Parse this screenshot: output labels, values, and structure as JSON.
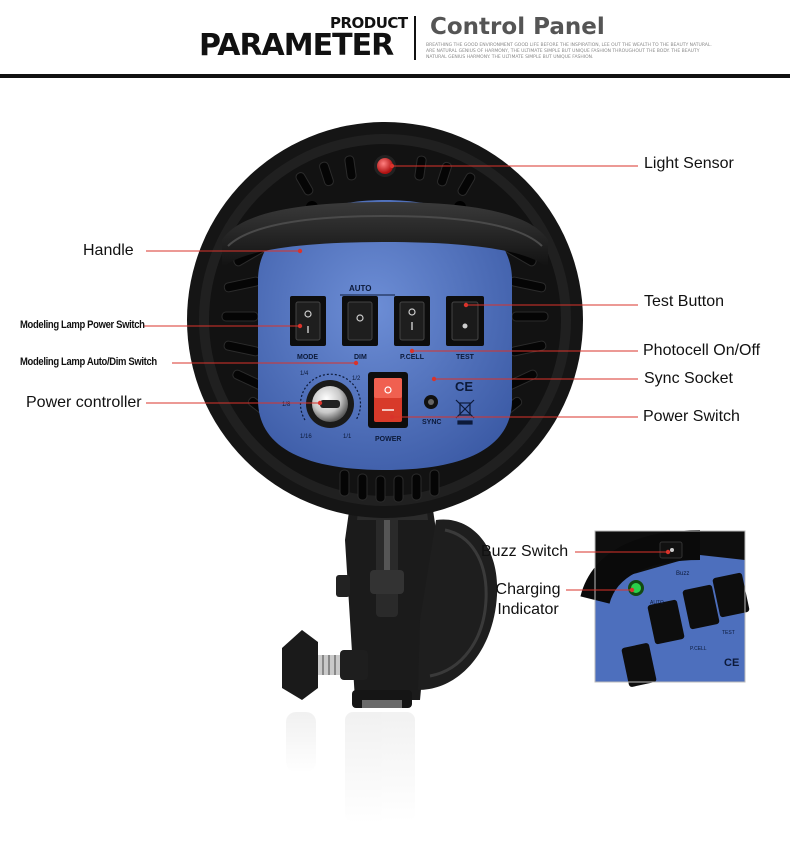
{
  "header": {
    "brand_small": "PRODUCT",
    "brand_big": "PARAMETER",
    "title": "Control Panel",
    "subtext": "BREATHING THE GOOD ENVIRONMENT GOOD LIFE BEFORE THE INSPIRATION, LEE OUT THE WEALTH TO THE BEAUTY NATURAL. ARE NATURAL GENIUS OF HARMONY, THE ULTIMATE SIMPLE BUT UNIQUE FASHION THROUGHOUT THE BODY. THE BEAUTY NATURAL GENIUS HARMONY. THE ULTIMATE SIMPLE BUT UNIQUE FASHION."
  },
  "labels": {
    "light_sensor": "Light Sensor",
    "handle": "Handle",
    "test_button": "Test Button",
    "modeling_power": "Modeling Lamp Power Switch",
    "modeling_auto": "Modeling Lamp Auto/Dim Switch",
    "photocell": "Photocell On/Off",
    "sync_socket": "Sync Socket",
    "power_controller": "Power controller",
    "power_switch": "Power Switch",
    "buzz_switch": "Buzz Switch",
    "charging_line1": "Charging",
    "charging_line2": "Indicator"
  },
  "panel": {
    "auto": "AUTO",
    "mode": "MODE",
    "dim": "DIM",
    "pcell": "P.CELL",
    "test": "TEST",
    "sync": "SYNC",
    "power": "POWER",
    "ce": "CE",
    "dial_marks": [
      "1/4",
      "1/8",
      "1/16",
      "1/1",
      "1/2"
    ]
  },
  "inset": {
    "buzz": "Buzz",
    "auto": "AUTO",
    "pcell": "P.CELL",
    "test": "TEST",
    "ce": "CE"
  },
  "colors": {
    "panel_blue": "#4a6bb8",
    "housing": "#141414",
    "callout_line": "#d9332b",
    "power_switch": "#d83a2a",
    "indicator_green": "#2bd14a"
  }
}
